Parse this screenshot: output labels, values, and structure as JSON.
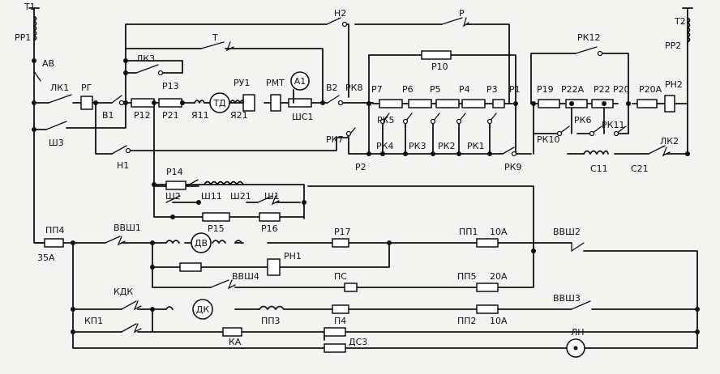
{
  "labels": {
    "t1": "Т1",
    "rr1": "РР1",
    "av": "АВ",
    "lk1": "ЛК1",
    "rg": "РГ",
    "v1": "В1",
    "r12": "Р12",
    "r21": "Р21",
    "r13": "Р13",
    "lk3": "ЛК3",
    "t": "Т",
    "ya11": "Я11",
    "td": "ТД",
    "ya21": "Я21",
    "ru1": "РУ1",
    "rmt": "РМТ",
    "a1": "А1",
    "shs1": "ШС1",
    "v2": "В2",
    "sh3": "Ш3",
    "n1": "Н1",
    "n2": "Н2",
    "r": "Р",
    "r10": "Р10",
    "rk8": "РК8",
    "r7": "Р7",
    "r6": "Р6",
    "r5": "Р5",
    "r4": "Р4",
    "r3": "Р3",
    "r1": "Р1",
    "rk5": "РК5",
    "rk7": "РК7",
    "rk4": "РК4",
    "rk3": "РК3",
    "rk2": "РК2",
    "rk1": "РК1",
    "r2": "Р2",
    "rk9": "РК9",
    "rk12": "РК12",
    "r19": "Р19",
    "r22a": "Р22А",
    "r22": "Р22",
    "r20": "Р20",
    "r20a": "Р20А",
    "rn2": "РН2",
    "rk6": "РК6",
    "rk10": "РК10",
    "rk11": "РК11",
    "s11": "С11",
    "s21": "С21",
    "lk2": "ЛК2",
    "t2": "Т2",
    "rr2": "РР2",
    "r14": "Р14",
    "sh2": "Ш2",
    "sh11": "Ш11",
    "sh21": "Ш21",
    "sh1": "Ш1",
    "r15": "Р15",
    "r16": "Р16",
    "pp4": "ПП4",
    "a35": "35А",
    "vvsh1": "ВВШ1",
    "dv": "ДВ",
    "r17": "Р17",
    "pp1": "ПП1",
    "a10_1": "10А",
    "vvsh2": "ВВШ2",
    "rn1": "РН1",
    "vvsh4": "ВВШ4",
    "ps": "ПС",
    "pp5": "ПП5",
    "a20": "20А",
    "kdk": "КДК",
    "dk": "ДК",
    "pp3": "ПП3",
    "vvsh3": "ВВШ3",
    "kp1": "КП1",
    "p4": "П4",
    "pp2": "ПП2",
    "a10_2": "10А",
    "ka": "КА",
    "ln": "ЛН",
    "ds3": "ДС3"
  }
}
